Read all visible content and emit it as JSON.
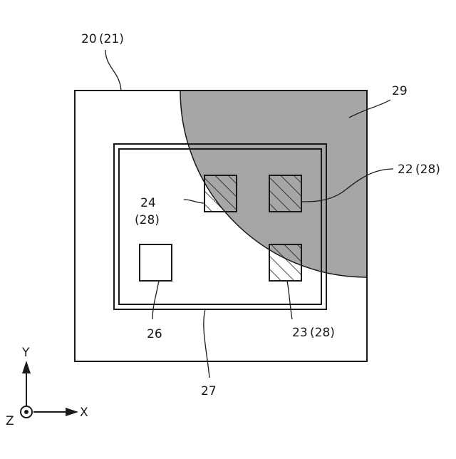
{
  "labels": {
    "substrate": "20 (21)",
    "region": "29",
    "pad_right_top": "22 (28)",
    "pad_left_top_line1": "24",
    "pad_left_top_line2": "(28)",
    "pad_right_bottom": "23 (28)",
    "element": "26",
    "frame": "27"
  },
  "axes": {
    "y": "Y",
    "x": "X",
    "z": "Z"
  },
  "colors": {
    "line": "#1a1a1a",
    "region_fill": "#a6a6a6",
    "background": "#ffffff"
  }
}
